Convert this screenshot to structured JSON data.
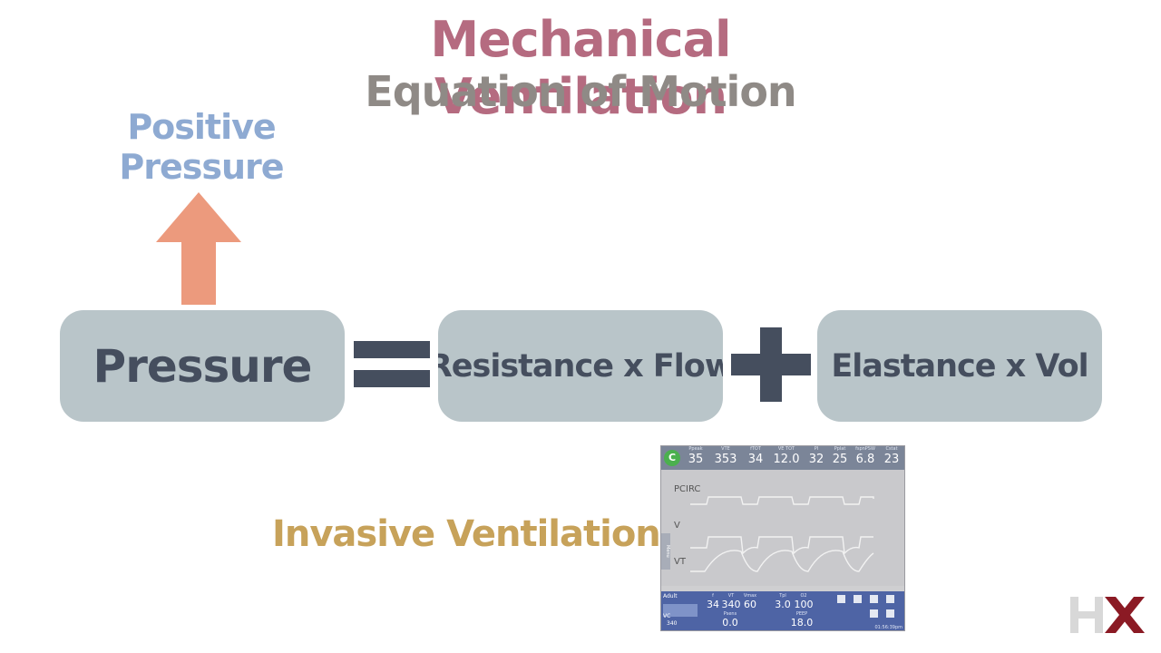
{
  "header": {
    "title": "Mechanical Ventilation",
    "subtitle": "Equation of Motion"
  },
  "annotation": {
    "label": "Positive Pressure",
    "line1": "Positive",
    "line2": "Pressure",
    "arrow_color": "#ec9a7d"
  },
  "equation": {
    "left_term": "Pressure",
    "operator_equals": "=",
    "term_resistance": "Resistance x Flow",
    "operator_plus": "+",
    "term_elastance": "Elastance x Vol"
  },
  "invasive": {
    "label": "Invasive Ventilation"
  },
  "ventilator": {
    "logo": "C",
    "metrics": [
      {
        "label": "Ppeak",
        "value": "35"
      },
      {
        "label": "VTE",
        "value": "353"
      },
      {
        "label": "fTOT",
        "value": "34"
      },
      {
        "label": "VE TOT",
        "value": "12.0"
      },
      {
        "label": "PI",
        "value": "32"
      },
      {
        "label": "Pplat",
        "value": "25"
      },
      {
        "label": "fspnPSW",
        "value": "6.8"
      },
      {
        "label": "Cstat",
        "value": "23"
      }
    ],
    "wave_labels": [
      "PCIRC",
      "V",
      "VT"
    ],
    "side_button": "Menu",
    "mode_line1": "Adult",
    "mode_line2": "VC",
    "mode_line3": "340",
    "settings": [
      {
        "label": "f",
        "value": "34"
      },
      {
        "label": "VT",
        "value": "340"
      },
      {
        "label": "Vmax",
        "value": "60"
      },
      {
        "label": "Tpl",
        "value": "3.0"
      },
      {
        "label": "O2",
        "value": "100"
      },
      {
        "label": "Psens",
        "value": "0.0"
      },
      {
        "label": "PEEP",
        "value": "18.0"
      }
    ],
    "clock": "01:56:39pm"
  },
  "colors": {
    "title": "#b56b80",
    "subtitle": "#8f8a86",
    "positive_pressure": "#8eaad2",
    "box_fill": "#b9c5c9",
    "box_text": "#454e5e",
    "invasive": "#c7a25a",
    "logo_h": "#d8d8d8",
    "logo_x": "#8b1a24"
  },
  "logo": {
    "name": "HX"
  }
}
